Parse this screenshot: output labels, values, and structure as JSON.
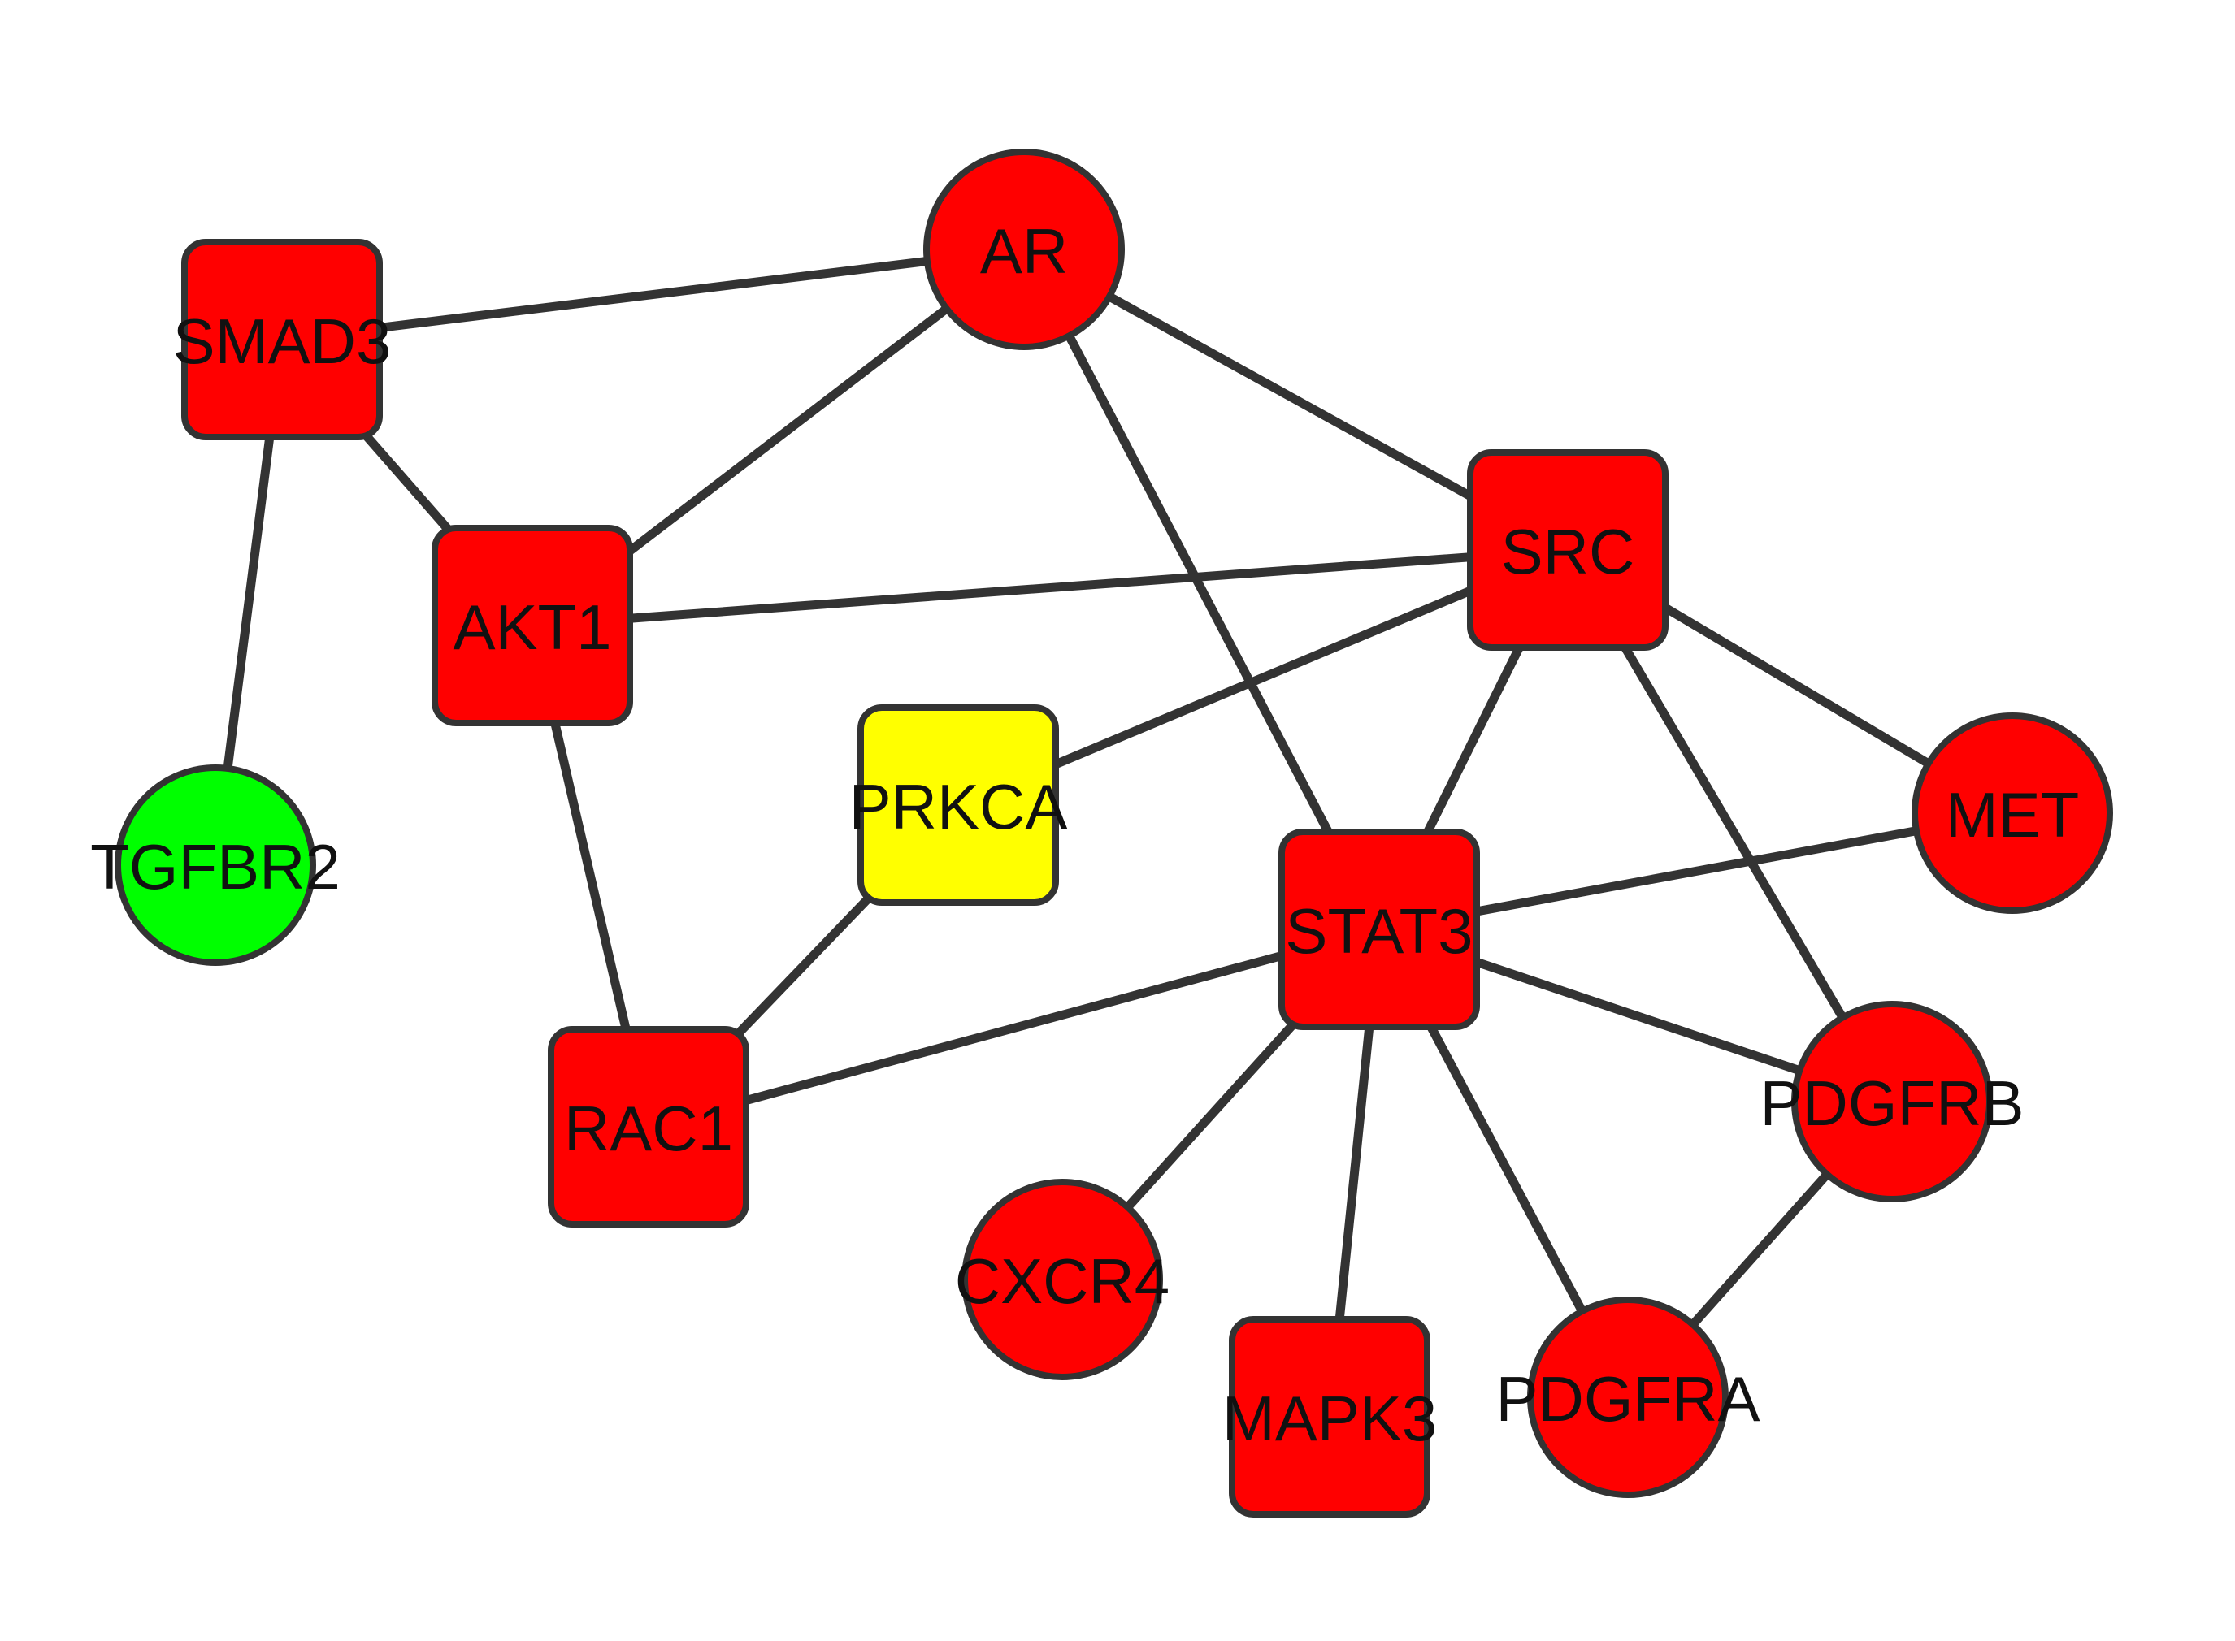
{
  "colors": {
    "red": "#ff0000",
    "yellow": "#ffff00",
    "green": "#00ff00",
    "edge": "#333333",
    "border": "#333333"
  },
  "nodes": [
    {
      "id": "AR",
      "label": "AR",
      "shape": "circle",
      "color": "red"
    },
    {
      "id": "SMAD3",
      "label": "SMAD3",
      "shape": "square",
      "color": "red"
    },
    {
      "id": "AKT1",
      "label": "AKT1",
      "shape": "square",
      "color": "red"
    },
    {
      "id": "SRC",
      "label": "SRC",
      "shape": "square",
      "color": "red"
    },
    {
      "id": "TGFBR2",
      "label": "TGFBR2",
      "shape": "circle",
      "color": "green"
    },
    {
      "id": "PRKCA",
      "label": "PRKCA",
      "shape": "square",
      "color": "yellow"
    },
    {
      "id": "STAT3",
      "label": "STAT3",
      "shape": "square",
      "color": "red"
    },
    {
      "id": "MET",
      "label": "MET",
      "shape": "circle",
      "color": "red"
    },
    {
      "id": "RAC1",
      "label": "RAC1",
      "shape": "square",
      "color": "red"
    },
    {
      "id": "PDGFRB",
      "label": "PDGFRB",
      "shape": "circle",
      "color": "red"
    },
    {
      "id": "CXCR4",
      "label": "CXCR4",
      "shape": "circle",
      "color": "red"
    },
    {
      "id": "MAPK3",
      "label": "MAPK3",
      "shape": "square",
      "color": "red"
    },
    {
      "id": "PDGFRA",
      "label": "PDGFRA",
      "shape": "circle",
      "color": "red"
    }
  ],
  "edges": [
    [
      "SMAD3",
      "AR"
    ],
    [
      "SMAD3",
      "AKT1"
    ],
    [
      "SMAD3",
      "TGFBR2"
    ],
    [
      "AR",
      "AKT1"
    ],
    [
      "AR",
      "SRC"
    ],
    [
      "AR",
      "STAT3"
    ],
    [
      "AKT1",
      "SRC"
    ],
    [
      "AKT1",
      "RAC1"
    ],
    [
      "SRC",
      "PRKCA"
    ],
    [
      "SRC",
      "STAT3"
    ],
    [
      "SRC",
      "MET"
    ],
    [
      "SRC",
      "PDGFRB"
    ],
    [
      "PRKCA",
      "RAC1"
    ],
    [
      "STAT3",
      "MET"
    ],
    [
      "STAT3",
      "RAC1"
    ],
    [
      "STAT3",
      "PDGFRB"
    ],
    [
      "STAT3",
      "CXCR4"
    ],
    [
      "STAT3",
      "MAPK3"
    ],
    [
      "STAT3",
      "PDGFRA"
    ],
    [
      "PDGFRB",
      "PDGFRA"
    ]
  ]
}
